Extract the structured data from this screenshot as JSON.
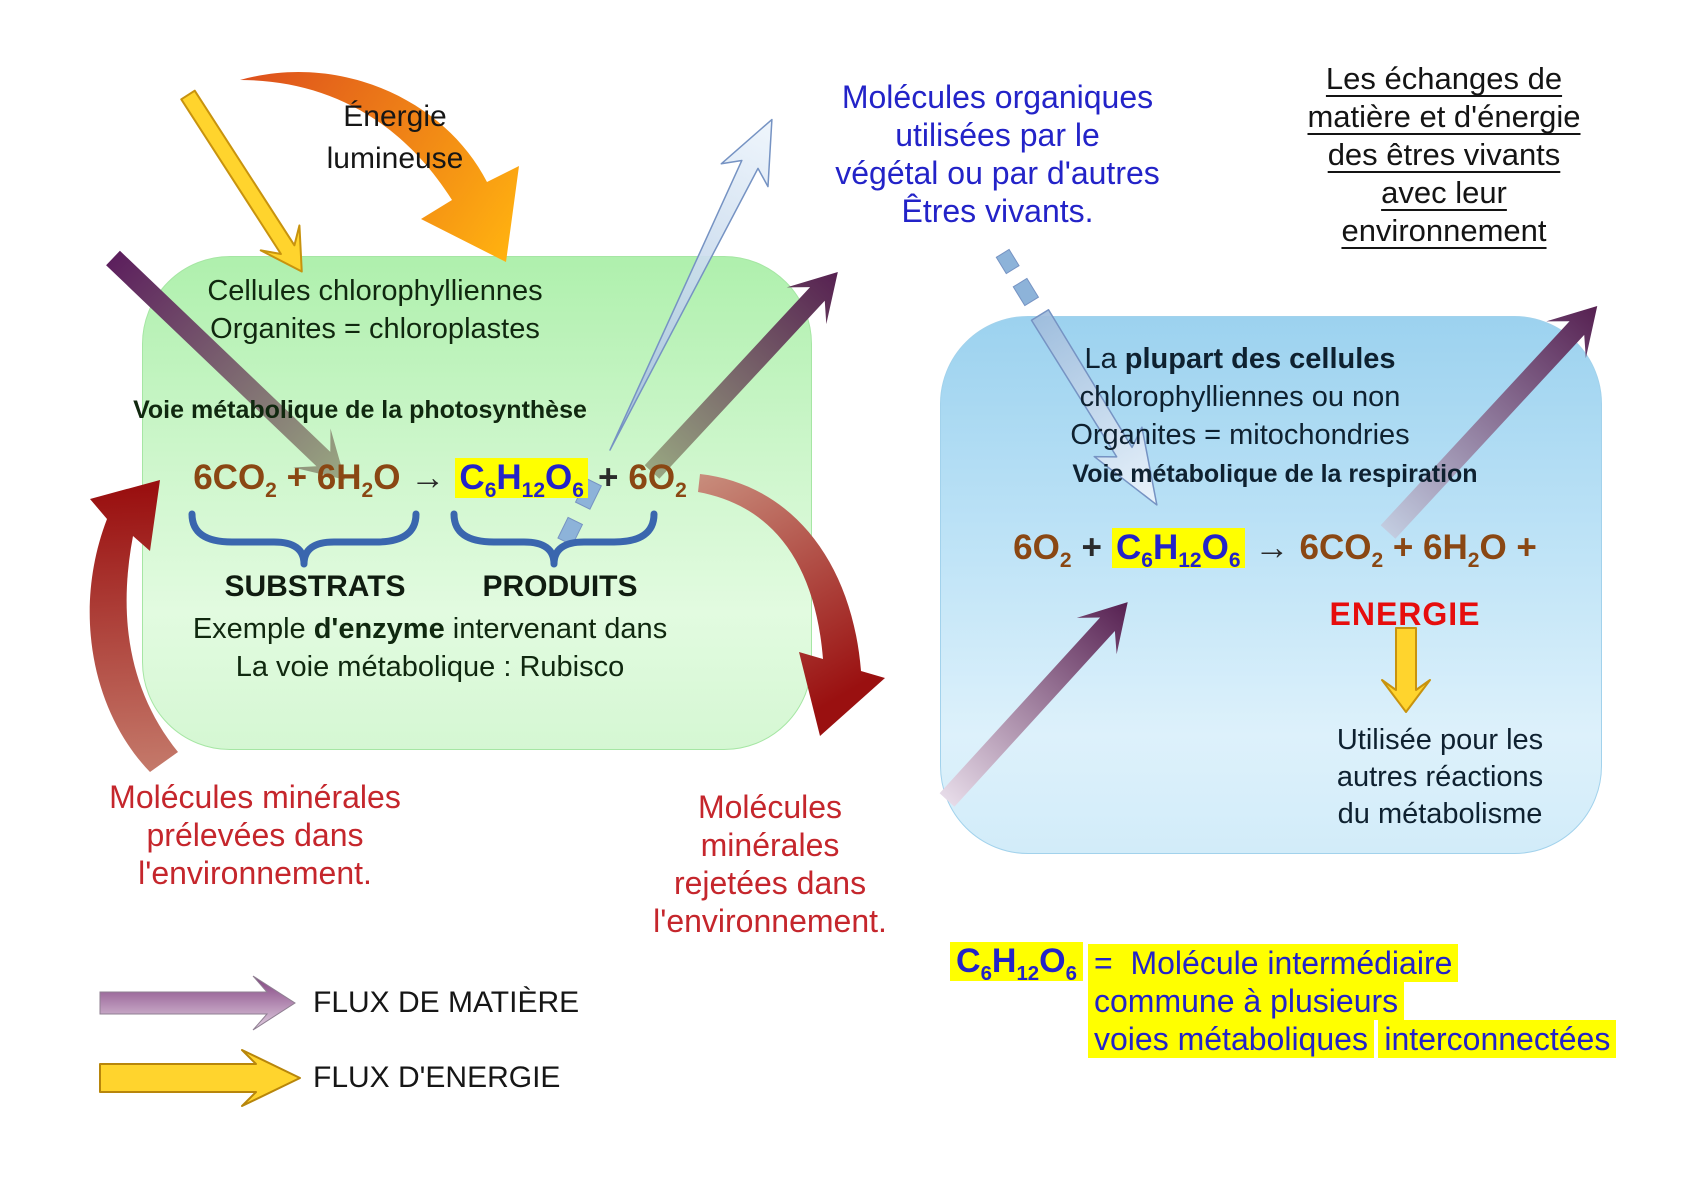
{
  "page_title": "Les échanges de matière et d'énergie des êtres vivants avec leur environnement",
  "title": {
    "lines": [
      "Les échanges de",
      "matière et d'énergie",
      "des êtres vivants",
      "avec leur",
      "environnement"
    ]
  },
  "energy_source_label": {
    "lines": [
      "Énergie",
      "lumineuse"
    ]
  },
  "organic_molecules_note": {
    "lines": [
      "Molécules organiques",
      "utilisées par le",
      "végétal ou par d'autres",
      "Êtres vivants."
    ]
  },
  "photosynthesis_box": {
    "cells_line": "Cellules chlorophylliennes",
    "organelles_line": "Organites = chloroplastes",
    "pathway_label": "Voie métabolique de la photosynthèse",
    "equation": {
      "reactants": "6CO_2_ + 6H_2_O",
      "arrow": "→",
      "glucose": "C_6_H_12_O_6_",
      "plus": "+",
      "oxygen": "6O_2_"
    },
    "substrates_label": "SUBSTRATS",
    "products_label": "PRODUITS",
    "enzyme_note": {
      "pre": "Exemple ",
      "bold": "d'enzyme",
      "post": " intervenant dans"
    },
    "enzyme_note_line2": "La voie métabolique : Rubisco"
  },
  "respiration_box": {
    "cells_line": {
      "pre": "La ",
      "bold": "plupart des cellules"
    },
    "cells_line2": "chlorophylliennes ou non",
    "organelles_line": "Organites = mitochondries",
    "pathway_label": "Voie métabolique de la respiration",
    "equation": {
      "oxygen": "6O_2_",
      "plus1": "+",
      "glucose": "C_6_H_12_O_6_",
      "arrow": "→",
      "products": "6CO_2_ + 6H_2_O +"
    },
    "energy_label": "ENERGIE",
    "energy_usage_lines": [
      "Utilisée pour les",
      "autres réactions",
      "du métabolisme"
    ]
  },
  "mineral_in_note": {
    "lines": [
      "Molécules minérales",
      "prélevées dans",
      "l'environnement."
    ]
  },
  "mineral_out_note": {
    "lines": [
      "Molécules",
      "minérales",
      "rejetées dans",
      "l'environnement."
    ]
  },
  "legend": {
    "matter_label": "FLUX DE MATIÈRE",
    "energy_label": "FLUX D'ENERGIE"
  },
  "glucose_key": {
    "formula": "C_6_H_12_O_6_",
    "lines": [
      "=  Molécule intermédiaire",
      "commune à plusieurs",
      "voies métaboliques",
      "interconnectées"
    ]
  },
  "colors": {
    "photosynthesis_box_green": "#aff0ad",
    "respiration_box_blue": "#9cd2ef",
    "formula_brown": "#8a4713",
    "formula_blue": "#2323c8",
    "highlight_yellow": "#ffff00",
    "energy_word_red": "#e60d0d",
    "mineral_note_red": "#c5262c",
    "matter_flux_purple": "#5c1f5d",
    "energy_flux_yellow": "#ffd42d",
    "mineral_flux_dark_red": "#9a1010",
    "organic_flux_light_blue": "#adc6e2",
    "brace_blue": "#3a66ae"
  }
}
